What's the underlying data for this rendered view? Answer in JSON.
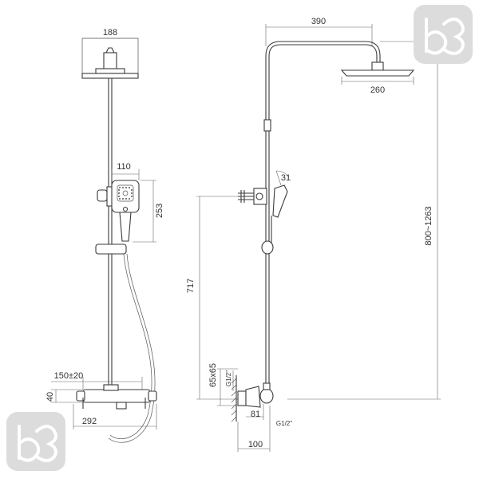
{
  "front_view": {
    "head_width": "188",
    "handshower_width": "110",
    "handshower_length": "253",
    "valve_spacing": "150±20",
    "valve_height": "40",
    "valve_width": "292"
  },
  "side_view": {
    "arm_reach": "390",
    "head_diameter": "260",
    "handshower_angle": "31",
    "height_range": "800~1263",
    "holder_height": "717",
    "bracket_size": "65x65",
    "thread_left": "G1/2\"",
    "thread_right": "G1/2\"",
    "projection_81": "81",
    "projection_100": "100"
  },
  "colors": {
    "line": "#3a3a3a",
    "logo": "#dcdcdc"
  }
}
